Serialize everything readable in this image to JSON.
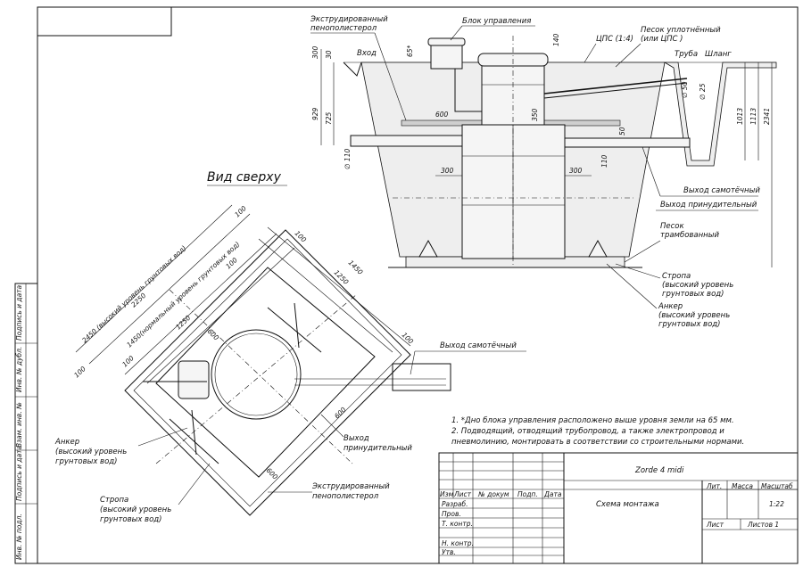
{
  "labels": {
    "extruded_foam": "Экструдированный пенополистерол",
    "control_block": "Блок управления",
    "sand_compacted": "Песок уплотнённый (или ЦПС )",
    "cps": "ЦПС (1:4)",
    "inlet": "Вход",
    "pipe": "Труба",
    "hose": "Шланг",
    "outlet_gravity": "Выход самотёчный",
    "outlet_forced": "Выход принудительный",
    "sand_rammed": "Песок трамбованный",
    "sling_high": "Стропа (высокий уровень грунтовых вод)",
    "anchor_high": "Анкер (высокий уровень грунтовых вод)",
    "top_view": "Вид сверху",
    "top_outlet_gravity": "Выход самотёчный",
    "top_outlet_forced": "Выход принудительный",
    "top_anchor": "Анкер (высокий уровень грунтовых вод)",
    "top_sling": "Стропа (высокий уровень грунтовых вод)",
    "top_foam": "Экструдированный пенополистерол"
  },
  "dims": {
    "d300": "300",
    "d30": "30",
    "d65": "65*",
    "d140": "140",
    "d929": "929",
    "d725": "725",
    "d600": "600",
    "d350": "350",
    "d50": "50",
    "d110": "110",
    "d300b": "300",
    "d300c": "300",
    "d1013": "1013",
    "d1113": "1113",
    "d2341": "2341",
    "phi110": "∅ 110",
    "phi50": "∅ 50",
    "phi25": "∅ 25",
    "t2450": "2450 (высокий уровень грунтовых вод)",
    "t2250": "2250",
    "t1450n": "1450(нормальный уровень грунтовых вод)",
    "t1250": "1250",
    "t100a": "100",
    "t100b": "100",
    "t100c": "100",
    "t100d": "100",
    "t100e": "100",
    "t100f": "100",
    "t1450": "1450",
    "t1250b": "1250",
    "t600a": "600",
    "t600b": "600",
    "t600c": "600"
  },
  "notes": {
    "n1": "1.   *Дно блока управления расположено выше уровня земли на 65 мм.",
    "n2a": "2.   Подводящий, отводящий трубопровод, а также электропровод и",
    "n2b": "пневмолинию, монтировать в соответствии со строительными нормами."
  },
  "title_block": {
    "product": "Zorde 4 midi",
    "doc": "Схема монтажа",
    "col_izm": "Изм",
    "col_list": "Лист",
    "col_ndoc": "№ докум",
    "col_podp": "Подп.",
    "col_data": "Дата",
    "razrab": "Разраб.",
    "prov": "Пров.",
    "tkontr": "Т. контр.",
    "nkontr": "Н. контр.",
    "utv": "Утв.",
    "lit": "Лит.",
    "massa": "Масса",
    "masshtab": "Масштаб",
    "scale": "1:22",
    "sheet": "Лист",
    "sheets": "Листов 1"
  },
  "side_stamp": [
    "Подпись и дата",
    "Инв. № дубл.",
    "Взам. инв. №",
    "Подпись и дата",
    "Инв. № подл."
  ]
}
